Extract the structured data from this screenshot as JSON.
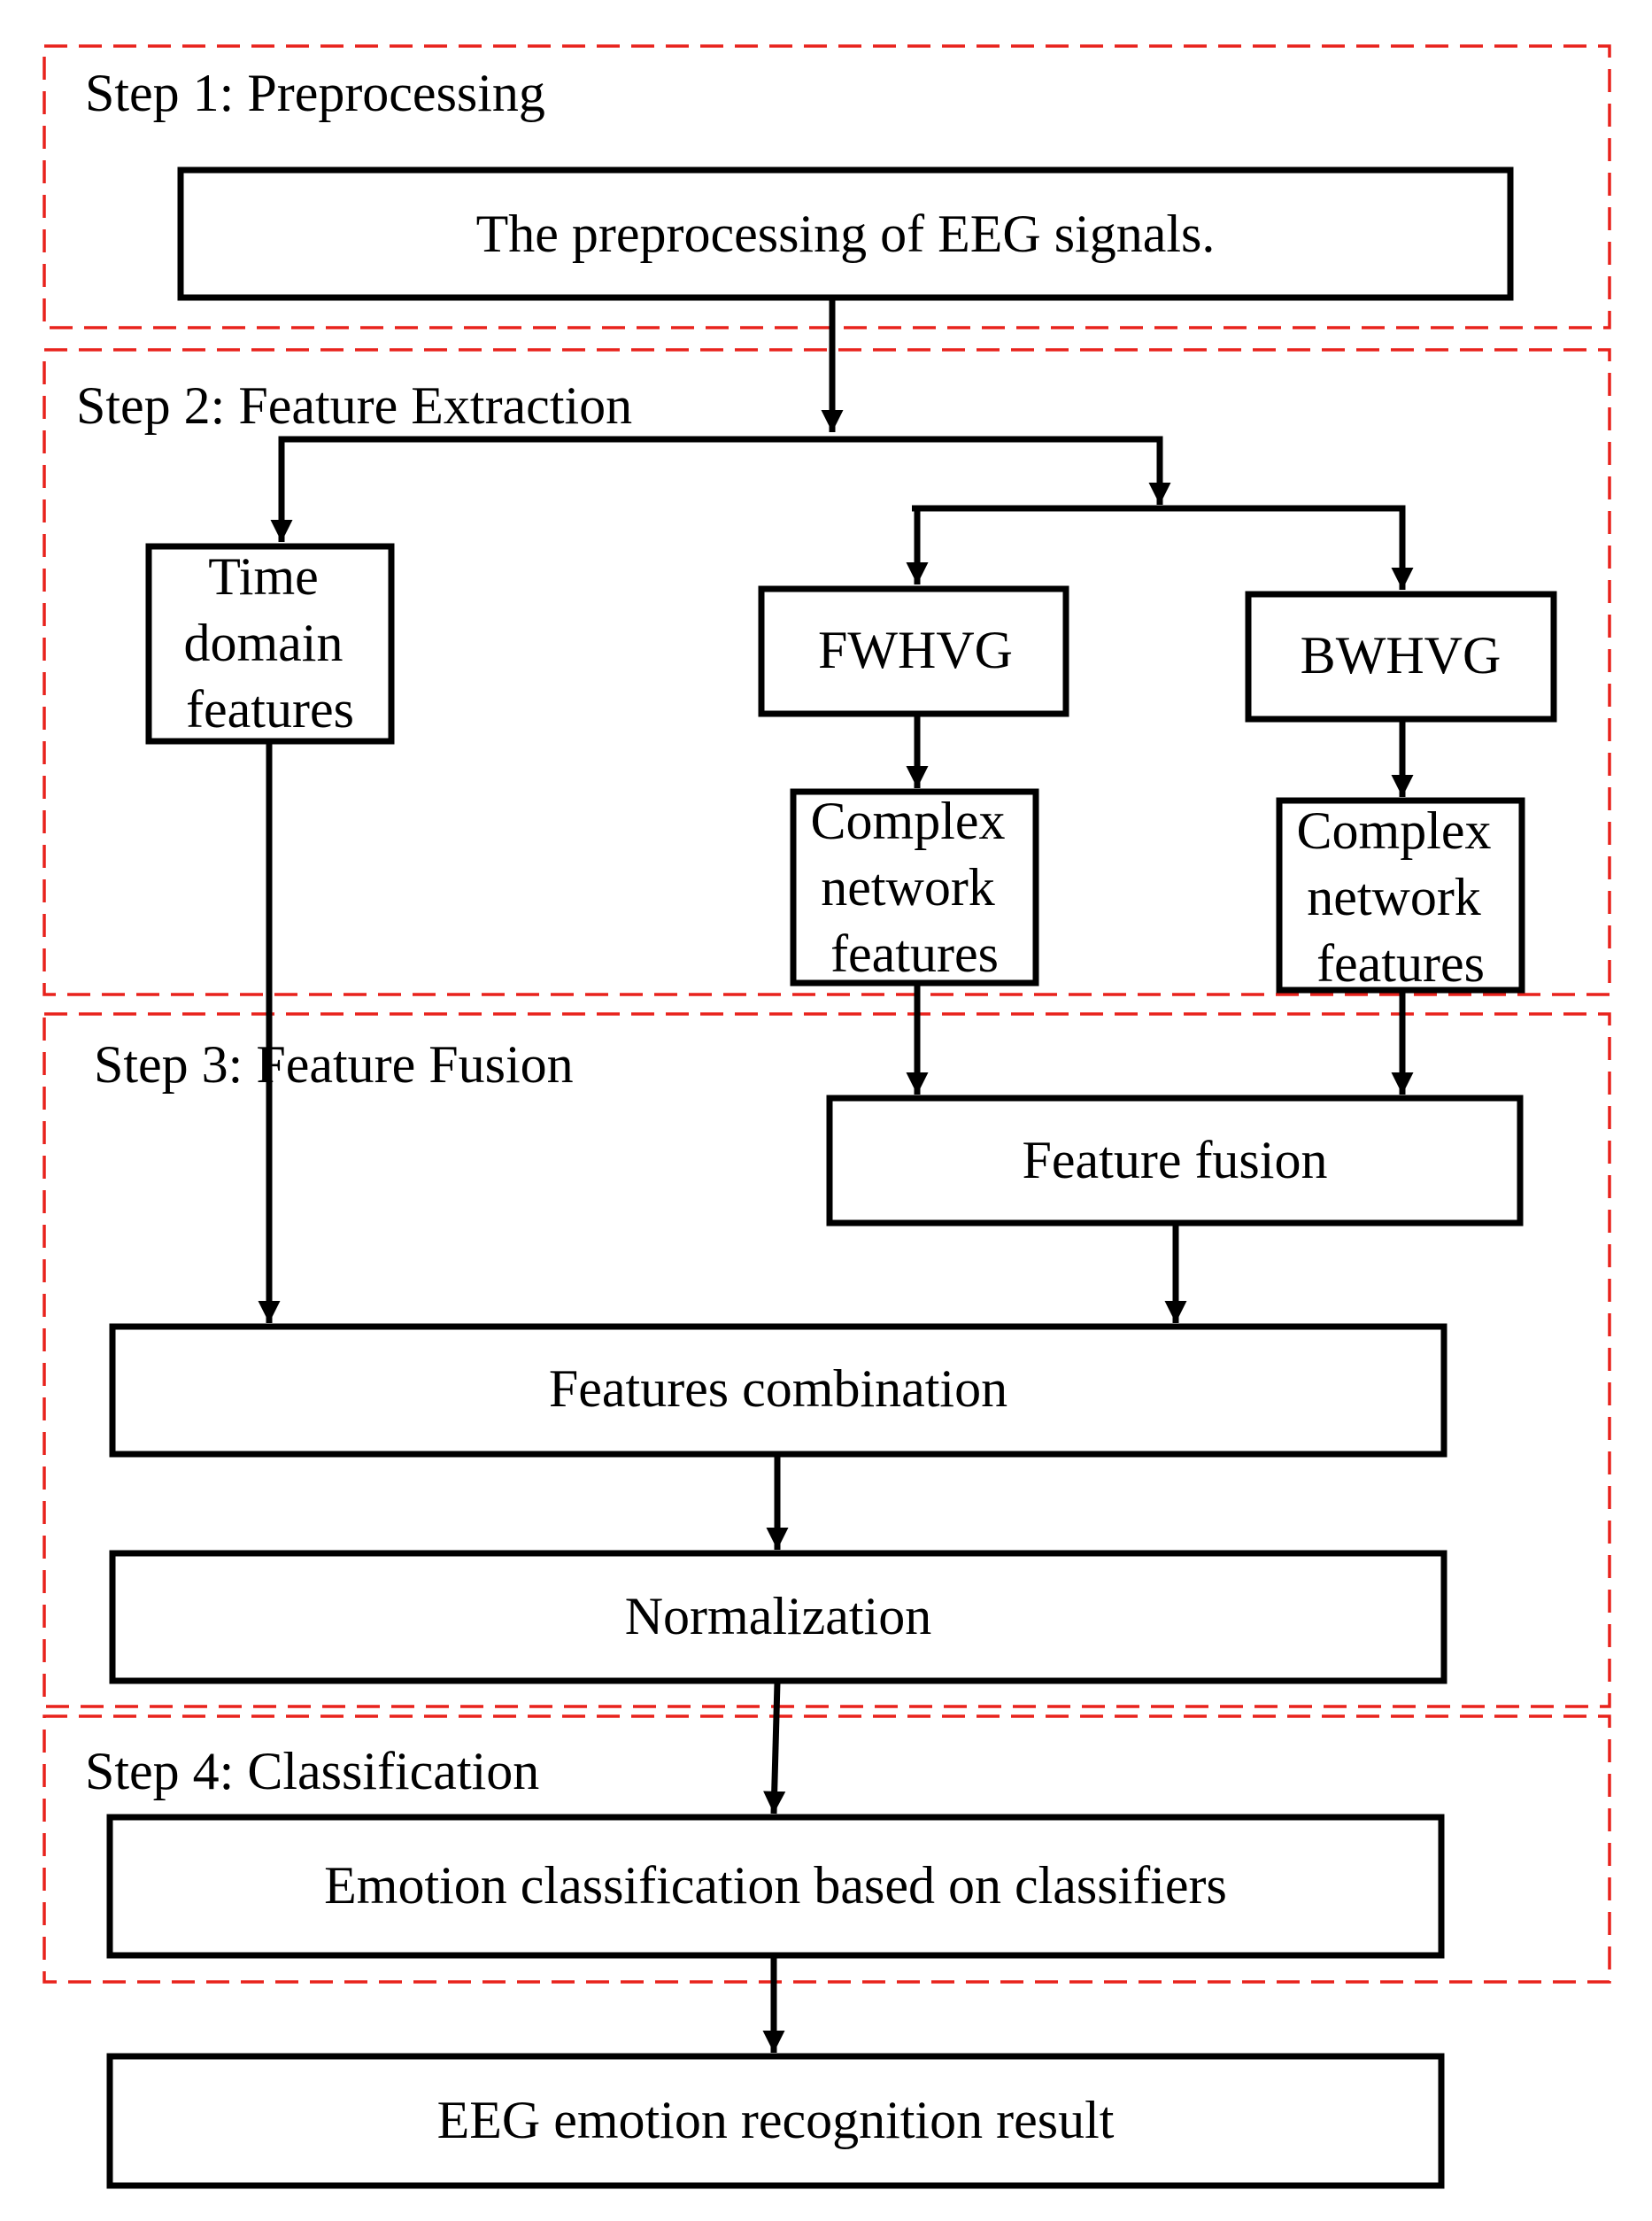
{
  "colors": {
    "step_border": "#e8221c",
    "box_border": "#000000",
    "text": "#000000",
    "background": "#ffffff"
  },
  "steps": {
    "step1": "Step 1: Preprocessing",
    "step2": "Step 2: Feature Extraction",
    "step3": "Step 3:  Feature Fusion",
    "step4": "Step 4: Classification"
  },
  "boxes": {
    "preprocessing": [
      "The preprocessing of EEG signals."
    ],
    "time_domain": [
      "Time",
      "domain",
      "features"
    ],
    "fwhvg": [
      "FWHVG"
    ],
    "bwhvg": [
      "BWHVG"
    ],
    "complex_fw": [
      "Complex",
      "network",
      "features"
    ],
    "complex_bw": [
      "Complex",
      "network",
      "features"
    ],
    "feature_fusion": [
      "Feature fusion"
    ],
    "features_combination": [
      "Features combination"
    ],
    "normalization": [
      "Normalization"
    ],
    "emotion_classification": [
      "Emotion classification based on classifiers"
    ],
    "result": [
      "EEG emotion recognition result"
    ]
  }
}
